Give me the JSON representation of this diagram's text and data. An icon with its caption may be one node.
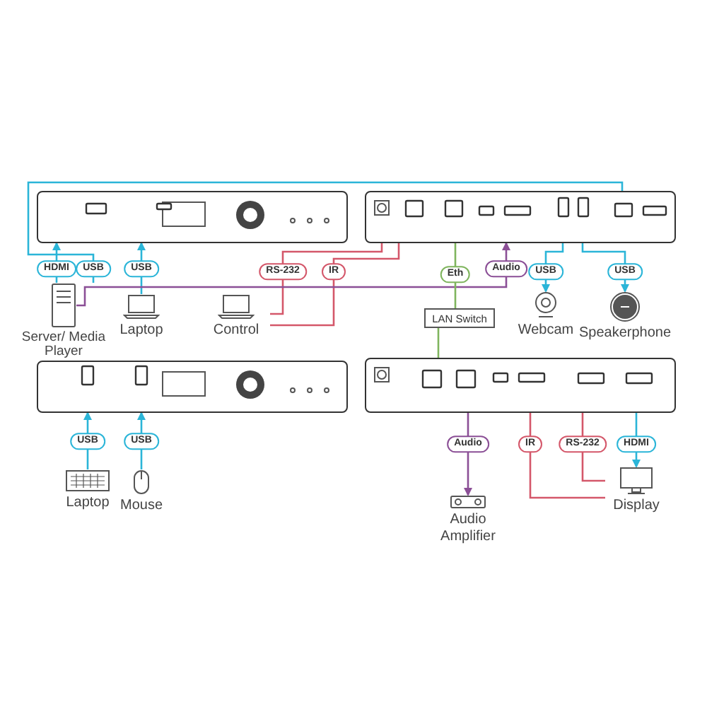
{
  "diagram": {
    "nodes": [
      {
        "text": [],
        "shape": "box"
      },
      {
        "text": [],
        "shape": "box"
      },
      {
        "text": [],
        "shape": "box"
      },
      {
        "text": [],
        "shape": "box"
      },
      {
        "text": [
          "Server/ Media Player"
        ]
      },
      {
        "text": [
          "Laptop"
        ]
      },
      {
        "text": [
          "Control"
        ]
      },
      {
        "text": [
          "LAN Switch"
        ]
      },
      {
        "text": [
          "Webcam"
        ]
      },
      {
        "text": [
          "Speakerphone"
        ]
      },
      {
        "text": [
          "Laptop"
        ]
      },
      {
        "text": [
          "Mouse"
        ]
      },
      {
        "text": [
          "Audio Amplifier"
        ]
      },
      {
        "text": [
          "Display"
        ]
      }
    ],
    "edges": [
      {
        "from": 4,
        "to": 0,
        "arrow": "to",
        "label": "HDMI"
      },
      {
        "from": 4,
        "to": 1,
        "arrow": "none",
        "label": "USB"
      },
      {
        "from": 5,
        "to": 0,
        "arrow": "to",
        "label": "USB"
      },
      {
        "from": 6,
        "to": 1,
        "arrow": "none",
        "label": "RS-232",
        "color": "#d4576a"
      },
      {
        "from": 6,
        "to": 1,
        "arrow": "none",
        "label": "IR",
        "color": "#d4576a"
      },
      {
        "from": 4,
        "to": 1,
        "arrow": "to",
        "label": "Audio",
        "color": "#8b4f96"
      },
      {
        "from": 1,
        "to": 7,
        "arrow": "none",
        "label": "Eth",
        "color": "#7fb55e"
      },
      {
        "from": 7,
        "to": 3,
        "arrow": "none",
        "color": "#7fb55e"
      },
      {
        "from": 1,
        "to": 8,
        "arrow": "to",
        "label": "USB"
      },
      {
        "from": 1,
        "to": 9,
        "arrow": "to",
        "label": "USB"
      },
      {
        "from": 10,
        "to": 2,
        "arrow": "to",
        "label": "USB"
      },
      {
        "from": 11,
        "to": 2,
        "arrow": "to",
        "label": "USB"
      },
      {
        "from": 3,
        "to": 12,
        "arrow": "to",
        "label": "Audio",
        "color": "#8b4f96"
      },
      {
        "from": 3,
        "to": 13,
        "arrow": "none",
        "label": "IR",
        "color": "#d4576a"
      },
      {
        "from": 3,
        "to": 13,
        "arrow": "none",
        "label": "RS-232",
        "color": "#d4576a"
      },
      {
        "from": 3,
        "to": 13,
        "arrow": "to",
        "label": "HDMI"
      }
    ]
  }
}
